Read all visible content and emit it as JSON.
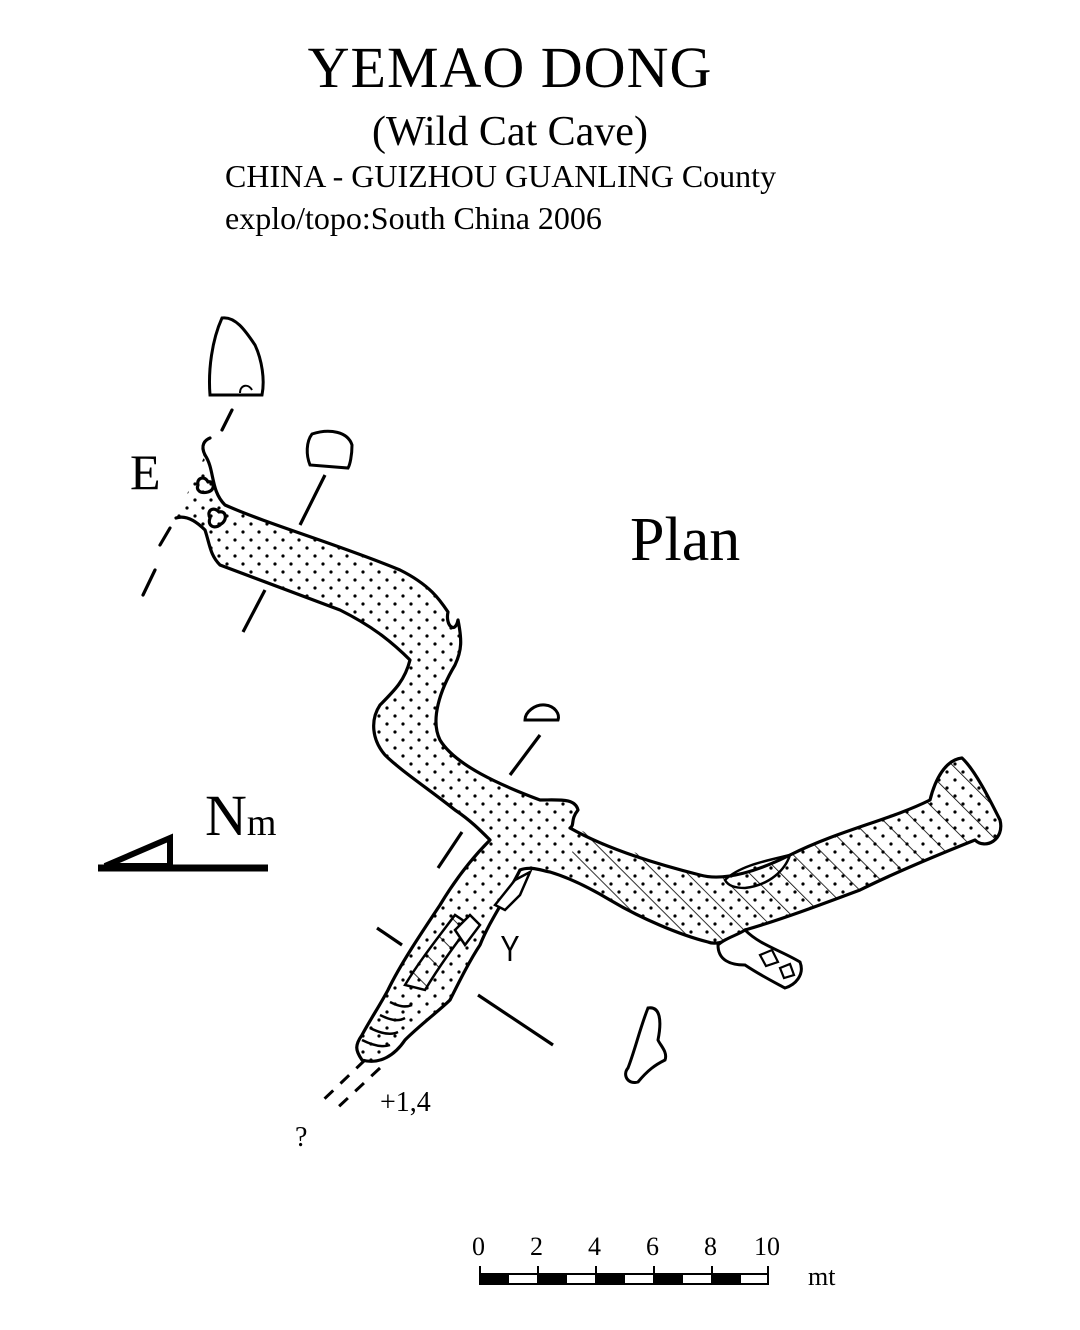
{
  "header": {
    "title": "YEMAO DONG",
    "subtitle": "(Wild Cat Cave)",
    "location": "CHINA - GUIZHOU GUANLING County",
    "credits": "explo/topo:South China 2006"
  },
  "map": {
    "view_label": "Plan",
    "entrance_label": "E",
    "north_label": "N",
    "north_sub": "m",
    "depth_label": "+1,4",
    "unknown_label": "?",
    "passage_label": "Y"
  },
  "scale": {
    "ticks": [
      "0",
      "2",
      "4",
      "6",
      "8",
      "10"
    ],
    "unit": "mt"
  },
  "icons": {
    "north_arrow": "north-arrow-icon",
    "scale_bar": "scale-bar-icon"
  }
}
